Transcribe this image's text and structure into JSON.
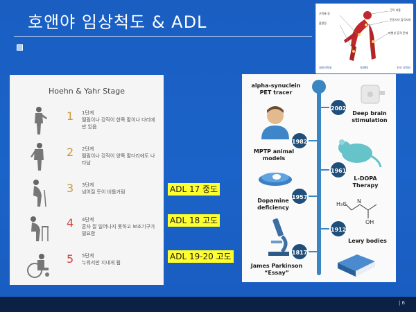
{
  "title": "호앤야 임상척도 & ADL",
  "figure": {
    "notes": [
      "근육 비중",
      "운동사이 감각저하",
      "근육통 증",
      "불면증",
      "퇴행성 골격 문제"
    ],
    "logos": [
      "대한의학회",
      "KAMS",
      "한국 의학회"
    ]
  },
  "hoehn_yahr": {
    "title": "Hoehn & Yahr Stage",
    "stages": [
      {
        "num": "1",
        "label": "1단계",
        "desc": "떨림이나 강직이 한쪽 팔이나 다리에만 있음"
      },
      {
        "num": "2",
        "label": "2단계",
        "desc": "떨림이나 강직이 양쪽 팔다리에도 나타남"
      },
      {
        "num": "3",
        "label": "3단계",
        "desc": "넘어질 듯이 비틀거림"
      },
      {
        "num": "4",
        "label": "4단계",
        "desc": "혼자 잘 일어나지 못하고 보조기구가 필요함"
      },
      {
        "num": "5",
        "label": "5단계",
        "desc": "누워서만 지내게 됨"
      }
    ]
  },
  "adl": [
    {
      "text": "ADL 17  중도"
    },
    {
      "text": "ADL 18  고도"
    },
    {
      "text": "ADL 19-20 고도"
    }
  ],
  "timeline": {
    "years": [
      "2002",
      "1982",
      "1961",
      "1957",
      "1912",
      "1817"
    ],
    "events": {
      "pet": "alpha-synuclein\nPET tracer",
      "dbs": "Deep brain\nstimulation",
      "mptp": "MPTP animal\nmodels",
      "ldopa": "L-DOPA\nTherapy",
      "dopamine": "Dopamine\ndeficiency",
      "lewy": "Lewy bodies",
      "parkinson": "James Parkinson\n“Essay”"
    }
  },
  "footer": {
    "page": "| 6"
  }
}
